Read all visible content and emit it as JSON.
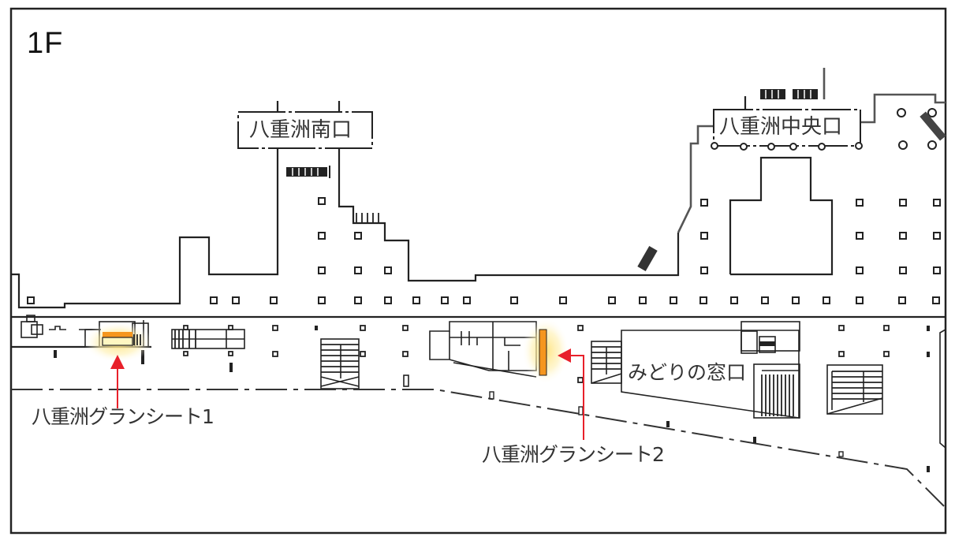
{
  "floor": {
    "label": "1F"
  },
  "entrances": [
    {
      "id": "south",
      "label": "八重洲南口"
    },
    {
      "id": "central",
      "label": "八重洲中央口"
    }
  ],
  "facilities": [
    {
      "id": "ticket-office",
      "label": "みどりの窓口"
    }
  ],
  "callouts": [
    {
      "id": "gran-seat-1",
      "label": "八重洲グランシート1"
    },
    {
      "id": "gran-seat-2",
      "label": "八重洲グランシート2"
    }
  ],
  "colors": {
    "highlight": "#f5961e",
    "glow": "#ffe58a",
    "arrow": "#e8202a",
    "line": "#222222"
  }
}
